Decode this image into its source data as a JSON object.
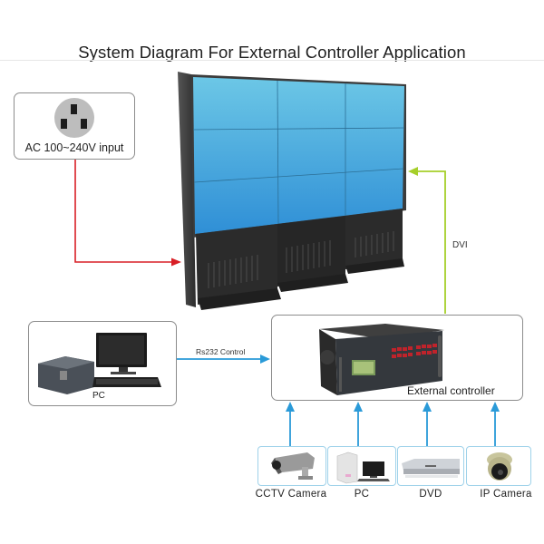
{
  "title": "System Diagram For External Controller Application",
  "power": {
    "label": "AC 100~240V input",
    "icon": "power-socket-icon"
  },
  "video_wall": {
    "icon": "video-wall-icon",
    "grid": "3x3"
  },
  "dvi_link": {
    "label": "DVI",
    "color": "#a6cf2a"
  },
  "power_link": {
    "color": "#d81f26"
  },
  "control_pc": {
    "label": "PC",
    "icon": "desktop-pc-icon"
  },
  "rs232_link": {
    "label": "Rs232 Control",
    "color": "#2a9ad8"
  },
  "controller": {
    "label": "External controller",
    "icon": "rack-controller-icon"
  },
  "sources": [
    {
      "label": "CCTV Camera",
      "icon": "cctv-camera-icon"
    },
    {
      "label": "PC",
      "icon": "desktop-pc-icon"
    },
    {
      "label": "DVD",
      "icon": "dvd-player-icon"
    },
    {
      "label": "IP Camera",
      "icon": "dome-camera-icon"
    }
  ],
  "colors": {
    "screen_top": "#6cc7e6",
    "screen_bottom": "#2f95d8",
    "frame": "#3a3a3a",
    "input_arrow": "#2a9ad8"
  }
}
